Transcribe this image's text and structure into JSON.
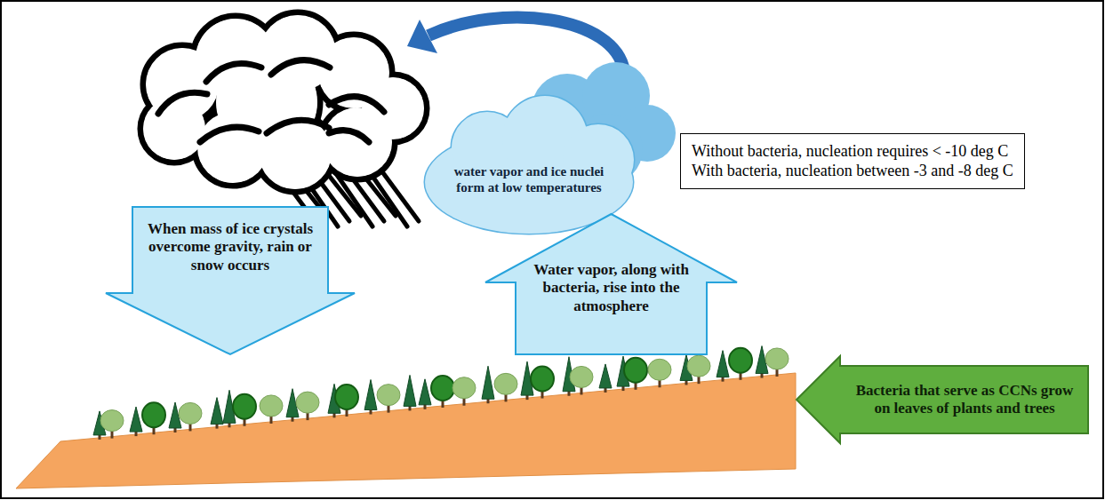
{
  "diagram": {
    "nodes": [
      {
        "text": [
          "water vapor and ice nuclei form at low temperatures"
        ]
      },
      {
        "text": [
          "Without bacteria, nucleation requires < -10 deg C",
          "With bacteria, nucleation between -3 and -8 deg C"
        ]
      },
      {
        "text": [
          "When mass of ice crystals overcome gravity, rain or snow occurs"
        ]
      },
      {
        "text": [
          "Water vapor, along with bacteria, rise into the atmosphere"
        ]
      },
      {
        "text": [
          "Bacteria that serve as CCNs grow on leaves of plants and trees"
        ]
      }
    ]
  }
}
